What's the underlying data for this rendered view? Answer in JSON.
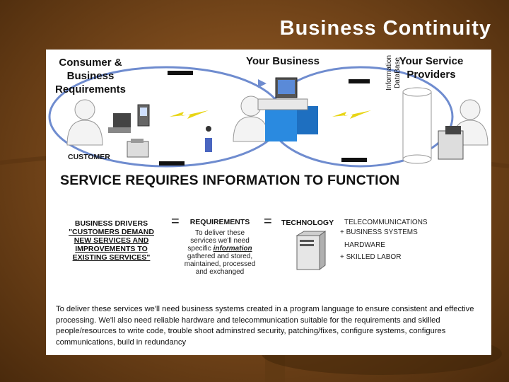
{
  "title": "Business Continuity",
  "diagram": {
    "consumer_label": "Consumer &\nBusiness\nRequirements",
    "your_business_label": "Your Business",
    "providers_label": "Your Service\nProviders",
    "customer_label": "CUSTOMER",
    "database_label": "Information\nDataBase"
  },
  "headline": "SERVICE REQUIRES INFORMATION TO FUNCTION",
  "drivers": {
    "heading": "BUSINESS DRIVERS",
    "lines": [
      "\"CUSTOMERS DEMAND",
      "NEW SERVICES AND",
      "IMPROVEMENTS TO",
      "EXISTING SERVICES\""
    ]
  },
  "equals_1": "=",
  "requirements": {
    "heading": "REQUIREMENTS",
    "lines": [
      "To deliver these",
      "services we'll need",
      "specific",
      "information",
      "gathered and stored,",
      "maintained, processed",
      "and exchanged"
    ]
  },
  "equals_2": "=",
  "technology": {
    "heading": "TECHNOLOGY",
    "items": [
      "TELECOMMUNICATIONS",
      "+ BUSINESS SYSTEMS",
      "HARDWARE",
      "+ SKILLED LABOR"
    ]
  },
  "paragraph": "To deliver these services we'll need business systems created in a program language to ensure consistent and effective processing. We'll also need reliable hardware and telecommunication suitable for the requirements and skilled people/resources to write code, trouble shoot adminstred security, patching/fixes, configure systems, configures communications, build in redundancy"
}
